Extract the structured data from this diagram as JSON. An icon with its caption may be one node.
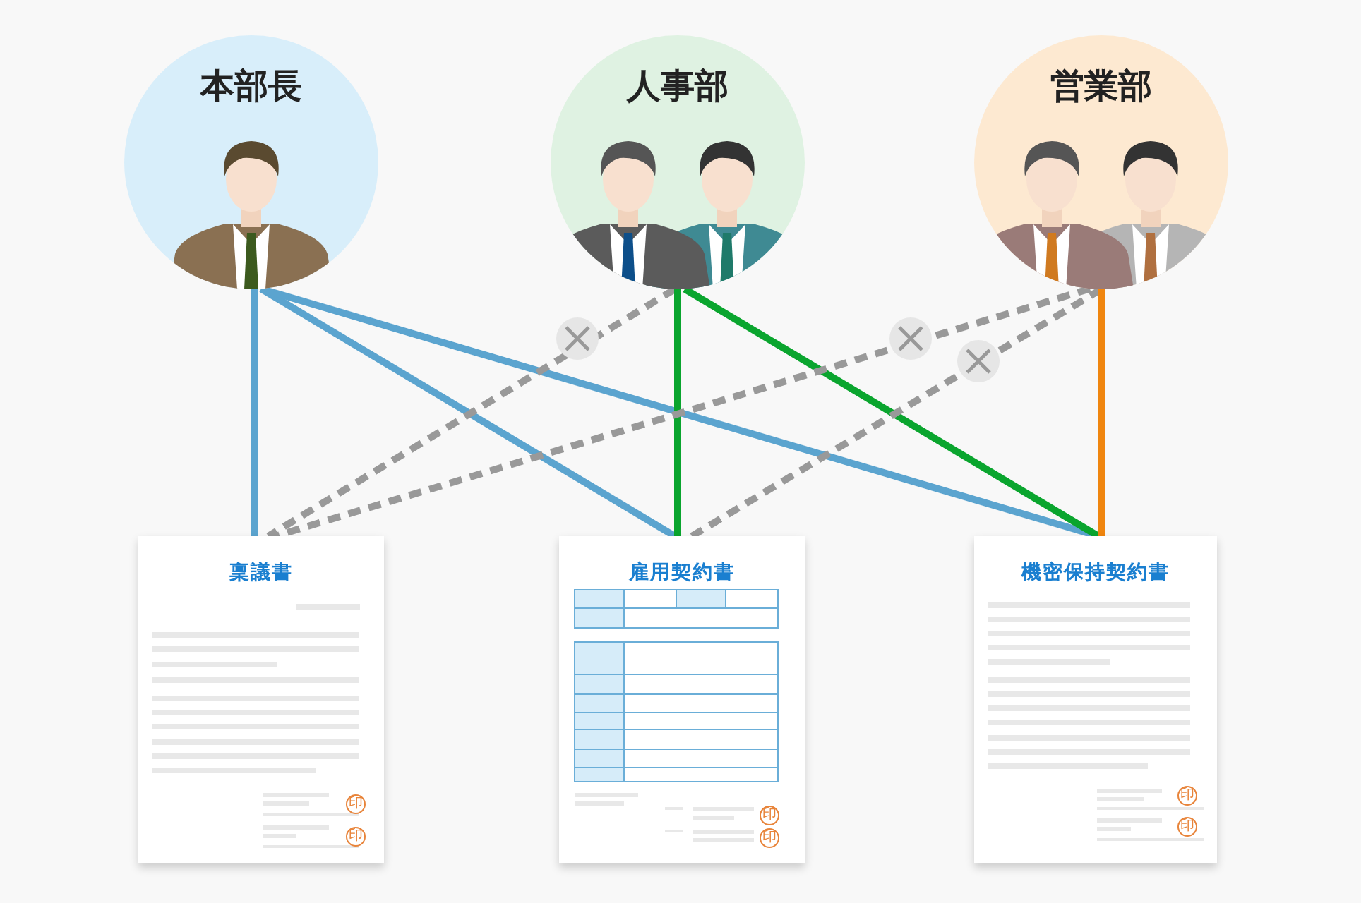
{
  "diagram": {
    "nodes": [
      {
        "text": [
          "本部長"
        ]
      },
      {
        "text": [
          "人事部"
        ]
      },
      {
        "text": [
          "営業部"
        ]
      },
      {
        "text": [
          "稟議書"
        ]
      },
      {
        "text": [
          "雇用契約書"
        ]
      },
      {
        "text": [
          "機密保持契約書"
        ]
      }
    ],
    "edges": [
      {
        "from": 0,
        "to": 3,
        "arrow": "none"
      },
      {
        "from": 0,
        "to": 4,
        "arrow": "none"
      },
      {
        "from": 0,
        "to": 5,
        "arrow": "none"
      },
      {
        "from": 1,
        "to": 3,
        "arrow": "none",
        "style": "dashed",
        "color": "#999999"
      },
      {
        "from": 1,
        "to": 4,
        "arrow": "none",
        "color": "#0aa52e"
      },
      {
        "from": 1,
        "to": 5,
        "arrow": "none",
        "color": "#0aa52e"
      },
      {
        "from": 2,
        "to": 3,
        "arrow": "none",
        "style": "dashed",
        "color": "#999999"
      },
      {
        "from": 2,
        "to": 4,
        "arrow": "none",
        "style": "dashed",
        "color": "#999999"
      },
      {
        "from": 2,
        "to": 5,
        "arrow": "none",
        "color": "#f0860f"
      }
    ],
    "labels": [
      "印",
      "印",
      "印",
      "印",
      "印",
      "印"
    ]
  }
}
